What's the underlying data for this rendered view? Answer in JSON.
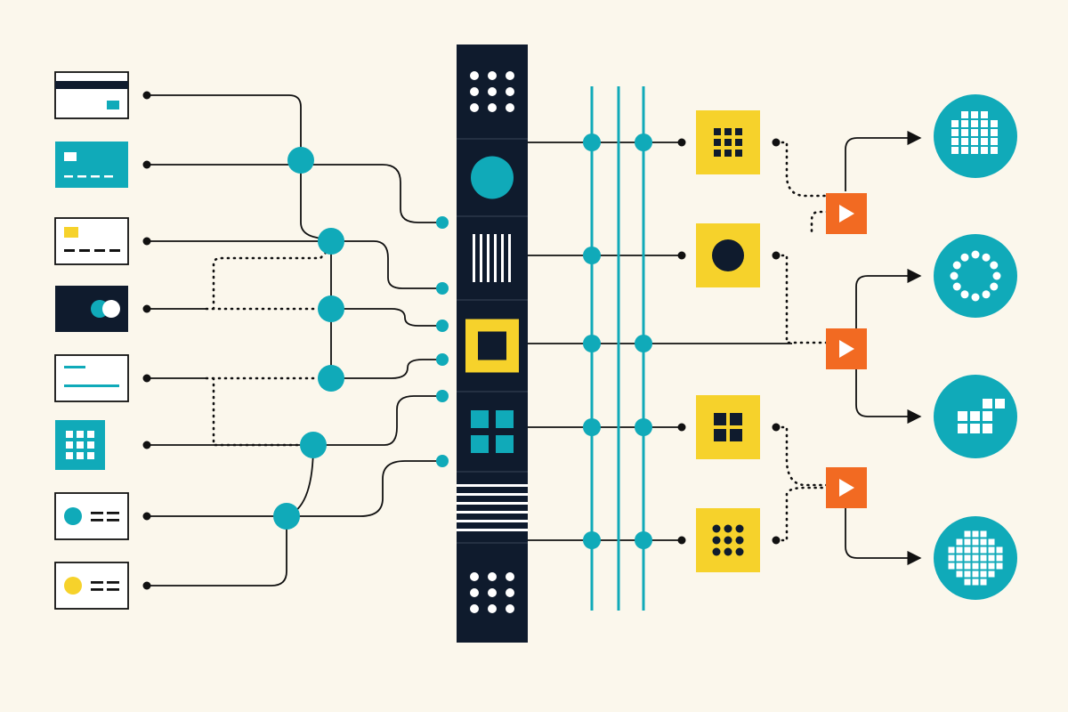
{
  "colors": {
    "background": "#fbf7ec",
    "ink": "#111111",
    "navy": "#0f1b2d",
    "teal": "#10aab9",
    "yellow": "#f6d22b",
    "orange": "#f26a22",
    "white": "#ffffff"
  },
  "sources": [
    {
      "name": "source-card-stripe",
      "icon": "magnetic-stripe-card-icon"
    },
    {
      "name": "source-card-chip",
      "icon": "teal-chip-card-icon"
    },
    {
      "name": "source-card-yellow-chip",
      "icon": "yellow-chip-card-icon"
    },
    {
      "name": "source-card-dark",
      "icon": "dark-card-circles-icon"
    },
    {
      "name": "source-card-lines",
      "icon": "text-lines-card-icon"
    },
    {
      "name": "source-tile-grid",
      "icon": "grid-tile-icon"
    },
    {
      "name": "source-card-teal-dot",
      "icon": "teal-dot-card-icon"
    },
    {
      "name": "source-card-yellow-dot",
      "icon": "yellow-dot-card-icon"
    }
  ],
  "hub_segments": [
    "dots-six-icon",
    "circle-icon",
    "vertical-bars-icon",
    "square-frame-icon",
    "four-squares-icon",
    "horizontal-bars-icon",
    "dots-six-icon"
  ],
  "processors": [
    "grid-nine-icon",
    "dot-icon",
    "grid-four-icon",
    "dots-nine-icon"
  ],
  "relays": [
    "play-icon",
    "play-icon",
    "play-icon"
  ],
  "outputs": [
    "bar-grid-icon",
    "ring-of-dots-icon",
    "staircase-blocks-icon",
    "globe-icon"
  ]
}
